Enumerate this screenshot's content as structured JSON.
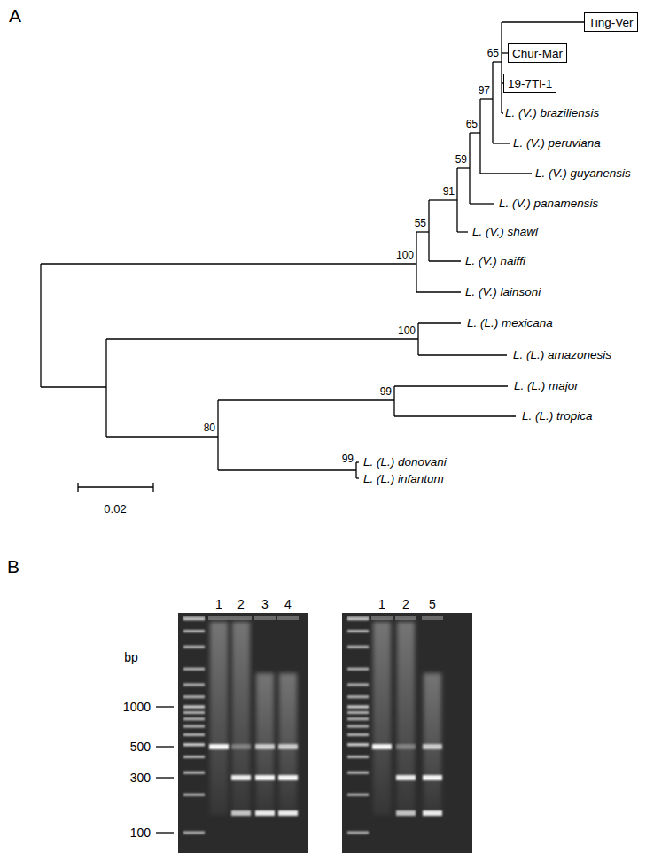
{
  "diagram": {
    "nodes": [
      {
        "text": [
          "Ting-Ver"
        ]
      },
      {
        "text": [
          "Chur-Mar"
        ]
      },
      {
        "text": [
          "19-7Tl-1"
        ]
      }
    ],
    "labels": [
      "A",
      "65",
      "97",
      "L. (V.) braziliensis",
      "L. (V.) peruviana",
      "65",
      "L. (V.) guyanensis",
      "59",
      "L. (V.) panamensis",
      "91",
      "L. (V.) shawi",
      "55",
      "L. (V.) naiffi",
      "100",
      "L. (V.) lainsoni",
      "100",
      "L. (L.) mexicana",
      "L. (L.) amazonesis",
      "99",
      "L. (L.) major",
      "L. (L.) tropica",
      "80",
      "L. (L.) donovani",
      "99",
      "L. (L.) infantum",
      "0.02",
      "B",
      "1",
      "2",
      "3",
      "4",
      "1",
      "2",
      "5",
      "bp",
      "1000",
      "500",
      "300",
      "100"
    ]
  }
}
